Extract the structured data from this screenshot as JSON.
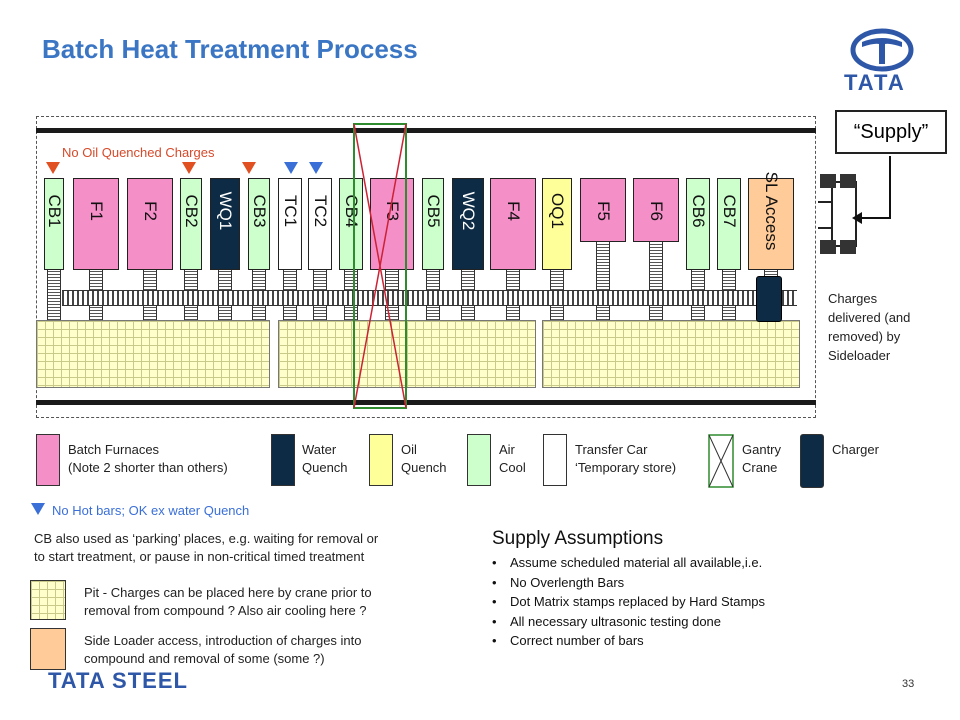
{
  "title": "Batch Heat Treatment Process",
  "logo": {
    "brand": "TATA",
    "color": "#2e57a8"
  },
  "supply_label": "“Supply”",
  "no_oil_label": "No Oil Quenched Charges",
  "delivered_note": [
    "Charges",
    "delivered (and",
    "removed) by",
    "Sideloader"
  ],
  "bays": [
    {
      "label": "CB1",
      "type": "air"
    },
    {
      "label": "F1",
      "type": "furnace"
    },
    {
      "label": "F2",
      "type": "furnace"
    },
    {
      "label": "CB2",
      "type": "air"
    },
    {
      "label": "WQ1",
      "type": "water"
    },
    {
      "label": "CB3",
      "type": "air"
    },
    {
      "label": "TC1",
      "type": "transfer"
    },
    {
      "label": "TC2",
      "type": "transfer"
    },
    {
      "label": "CB4",
      "type": "air"
    },
    {
      "label": "F3",
      "type": "furnace"
    },
    {
      "label": "CB5",
      "type": "air"
    },
    {
      "label": "WQ2",
      "type": "water"
    },
    {
      "label": "F4",
      "type": "furnace"
    },
    {
      "label": "OQ1",
      "type": "oil"
    },
    {
      "label": "F5",
      "type": "furnace"
    },
    {
      "label": "F6",
      "type": "furnace"
    },
    {
      "label": "CB6",
      "type": "air"
    },
    {
      "label": "CB7",
      "type": "air"
    },
    {
      "label": "SL Access",
      "type": "sideloader"
    }
  ],
  "colors": {
    "furnace": "#f48fc8",
    "water": "#0d2b45",
    "oil": "#ffff99",
    "air": "#ccffcc",
    "transfer": "#ffffff",
    "sideloader": "#ffcc99",
    "pit": "#ffffcc",
    "accent_red": "#e05020",
    "accent_blue": "#3a6fd8",
    "gantry": "#2e8b2e",
    "title": "#3b76c4"
  },
  "legend": [
    {
      "key": "furnace",
      "lines": [
        "Batch Furnaces",
        "(Note 2 shorter than others)"
      ]
    },
    {
      "key": "water",
      "lines": [
        "Water",
        "Quench"
      ]
    },
    {
      "key": "oil",
      "lines": [
        "Oil",
        "Quench"
      ]
    },
    {
      "key": "air",
      "lines": [
        "Air",
        "Cool"
      ]
    },
    {
      "key": "transfer",
      "lines": [
        "Transfer Car",
        "‘Temporary store)"
      ]
    },
    {
      "key": "gantry",
      "lines": [
        "Gantry",
        "Crane"
      ]
    },
    {
      "key": "charger",
      "lines": [
        "Charger"
      ]
    }
  ],
  "no_hot_label": "No Hot bars; OK ex water Quench",
  "cb_note": [
    "CB also used as ‘parking’ places, e.g. waiting for removal or",
    "to start treatment, or pause in non-critical timed treatment"
  ],
  "pit_note": [
    "Pit - Charges can be placed here by crane prior to",
    "removal from compound ? Also air cooling here ?"
  ],
  "sl_note": [
    "Side Loader access, introduction of charges into",
    "compound and removal of some (some ?)"
  ],
  "assumptions": {
    "title": "Supply Assumptions",
    "items": [
      "Assume scheduled material all available,i.e.",
      "No Overlength Bars",
      "Dot Matrix stamps replaced by Hard Stamps",
      "All necessary ultrasonic testing done",
      "Correct number of bars"
    ]
  },
  "footer_brand": "TATA STEEL",
  "page_number": "33"
}
